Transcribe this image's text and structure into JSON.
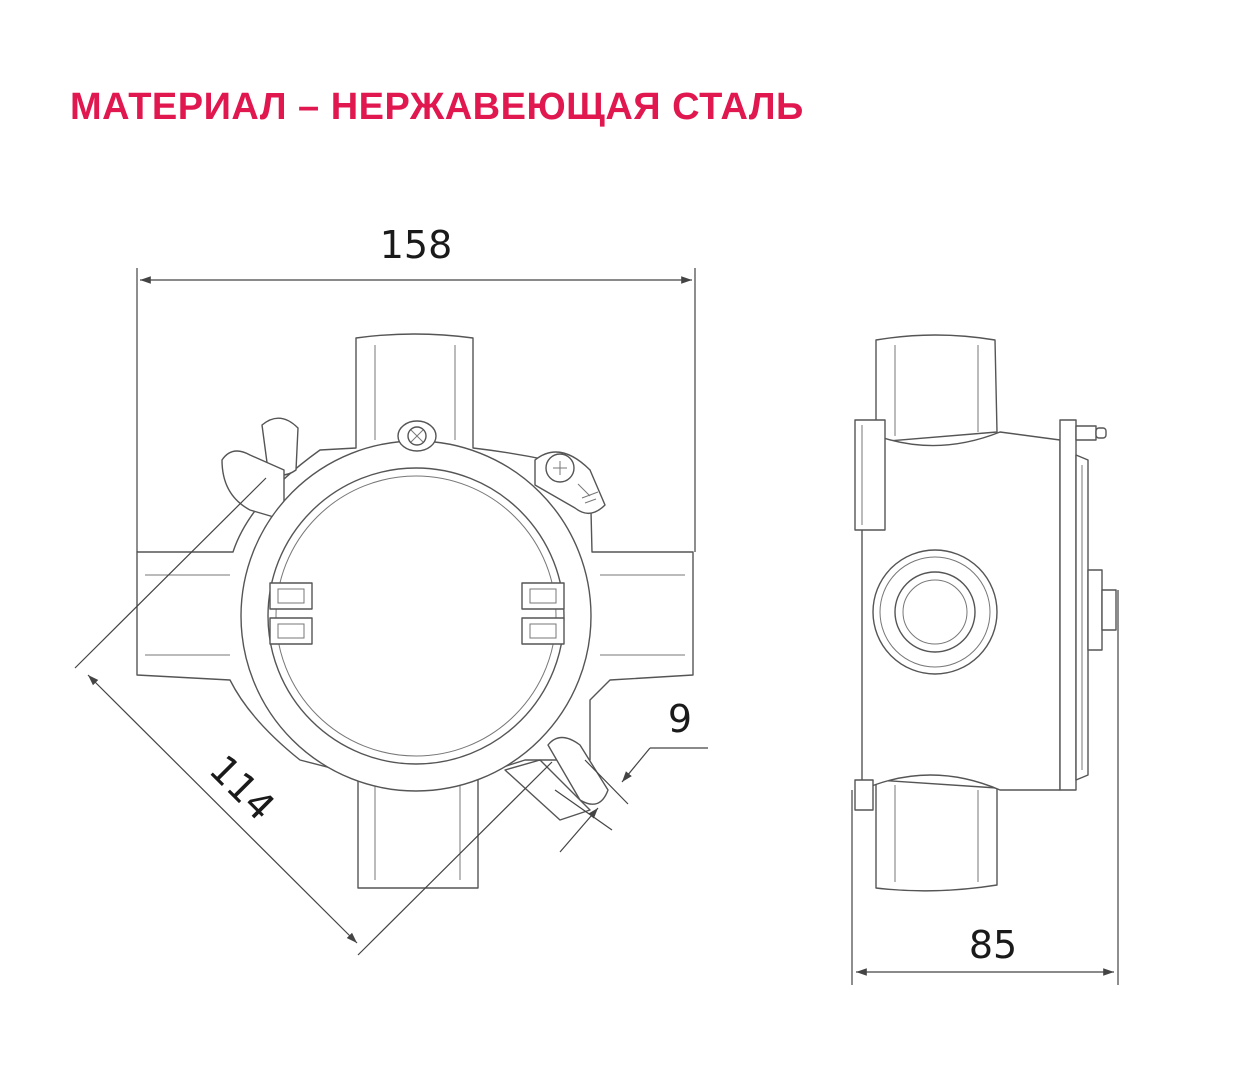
{
  "title": "МАТЕРИАЛ – НЕРЖАВЕЮЩАЯ СТАЛЬ",
  "colors": {
    "title": "#e0184f",
    "lines": "#555555"
  },
  "dimensions": {
    "width_top": "158",
    "diagonal": "114",
    "slot": "9",
    "depth": "85"
  }
}
